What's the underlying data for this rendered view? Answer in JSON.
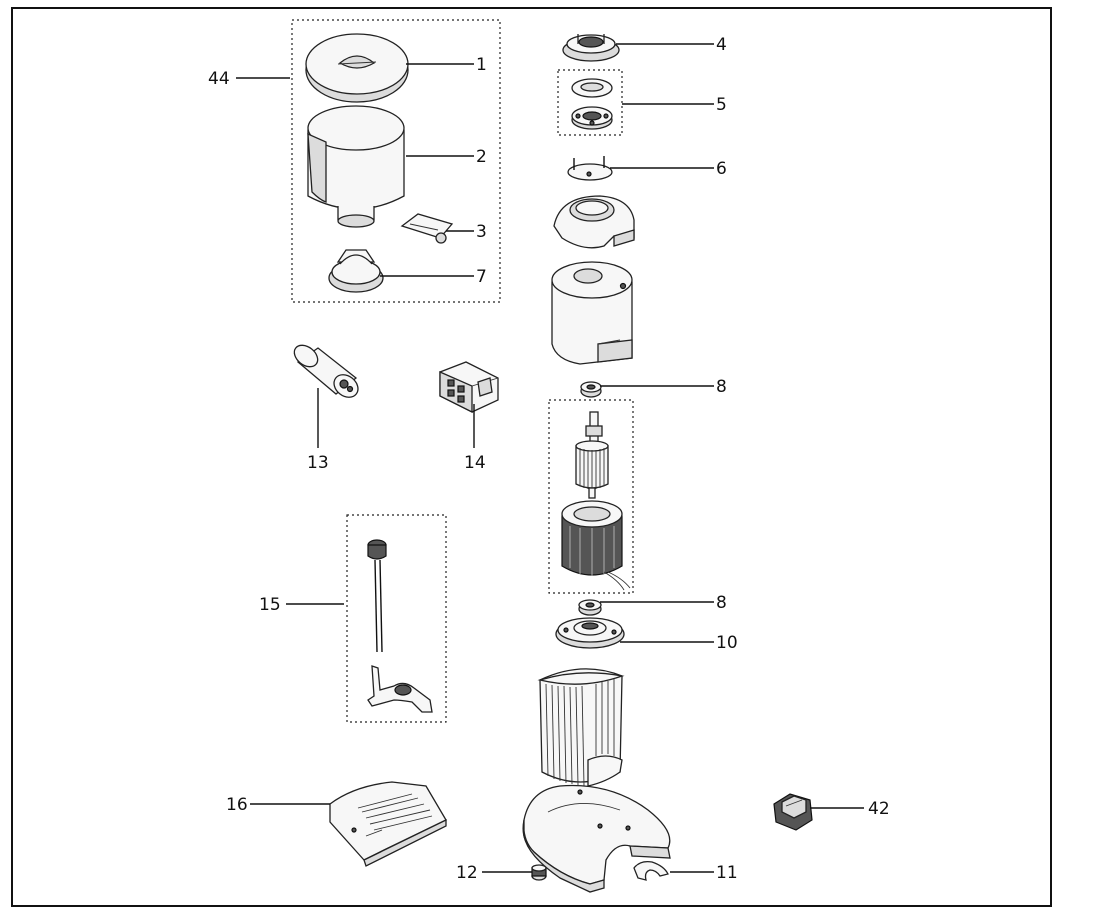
{
  "callouts": {
    "c1": "1",
    "c2": "2",
    "c3": "3",
    "c4": "4",
    "c5": "5",
    "c6": "6",
    "c7": "7",
    "c8a": "8",
    "c8b": "8",
    "c10": "10",
    "c11": "11",
    "c12": "12",
    "c13": "13",
    "c14": "14",
    "c15": "15",
    "c16": "16",
    "c42": "42",
    "c44": "44"
  }
}
